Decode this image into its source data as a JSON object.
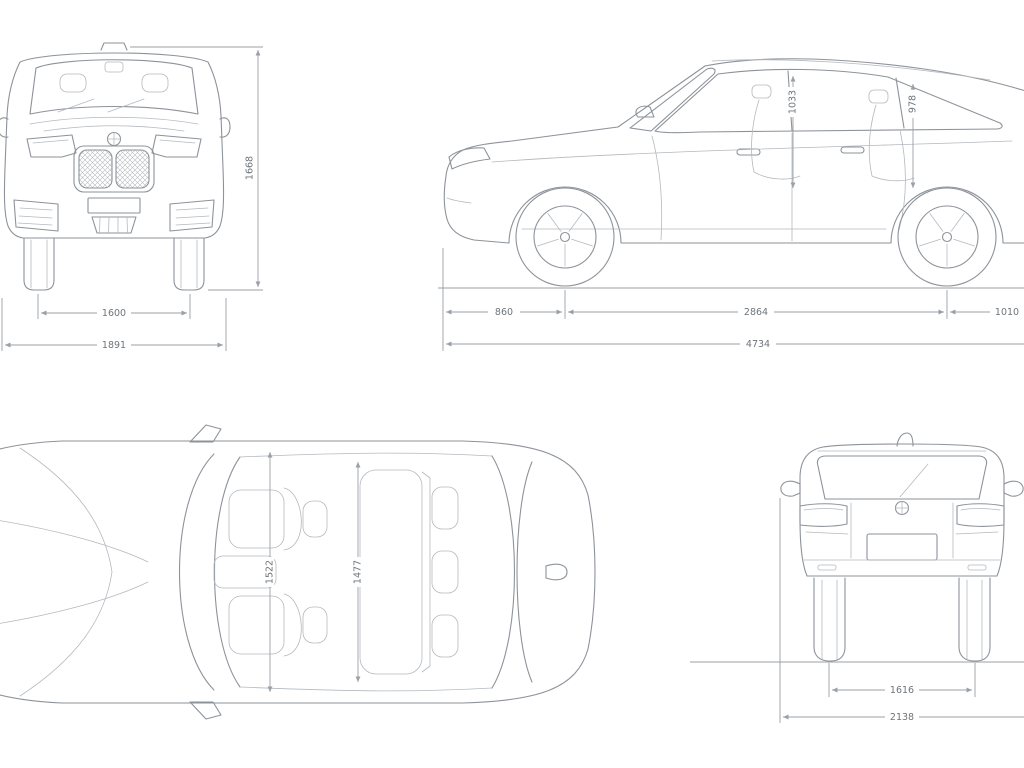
{
  "dimensions": {
    "front": {
      "height": "1668",
      "track": "1600",
      "width": "1891"
    },
    "side": {
      "headroom_front": "1033",
      "headroom_rear": "978",
      "overhang_front": "860",
      "wheelbase": "2864",
      "overhang_rear": "1010",
      "length": "4734"
    },
    "top": {
      "interior_width_front": "1522",
      "interior_width_rear": "1477"
    },
    "rear": {
      "track": "1616",
      "width_incl_mirrors": "2138"
    }
  },
  "colors": {
    "background": "#ffffff",
    "line": "#8d939a",
    "thin_line": "#b4b9be",
    "label": "#6f757b"
  }
}
